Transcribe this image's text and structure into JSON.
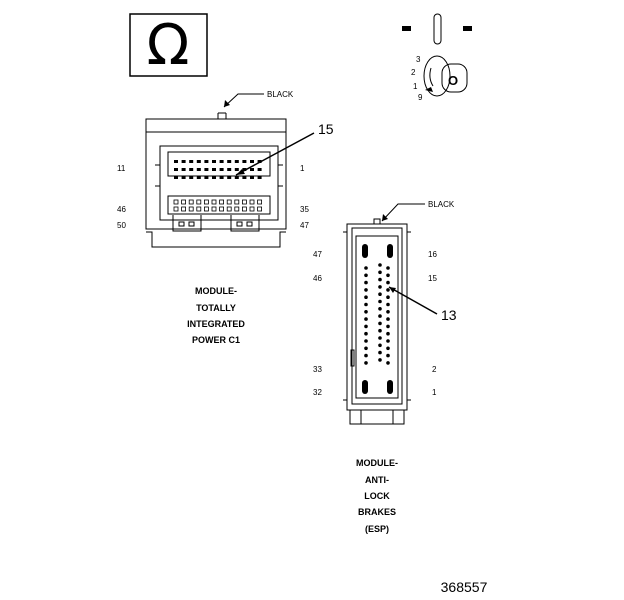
{
  "figure_number": "368557",
  "ohm_symbol": "Ω",
  "ignition_switch": {
    "key_label": "O",
    "positions": [
      "3",
      "2",
      "1",
      "9"
    ]
  },
  "connector_c1": {
    "color_label": "BLACK",
    "callout": "15",
    "pins": {
      "top_left": "11",
      "top_right": "1",
      "mid_left": "46",
      "mid_right": "35",
      "bot_left": "50",
      "bot_right": "47"
    },
    "title_lines": [
      "MODULE-",
      "TOTALLY",
      "INTEGRATED",
      "POWER C1"
    ]
  },
  "connector_abs": {
    "color_label": "BLACK",
    "callout": "13",
    "pins": {
      "r1_left": "47",
      "r1_right": "16",
      "r2_left": "46",
      "r2_right": "15",
      "r3_left": "33",
      "r3_right": "2",
      "r4_left": "32",
      "r4_right": "1"
    },
    "title_lines": [
      "MODULE-",
      "ANTI-",
      "LOCK",
      "BRAKES",
      "(ESP)"
    ]
  }
}
